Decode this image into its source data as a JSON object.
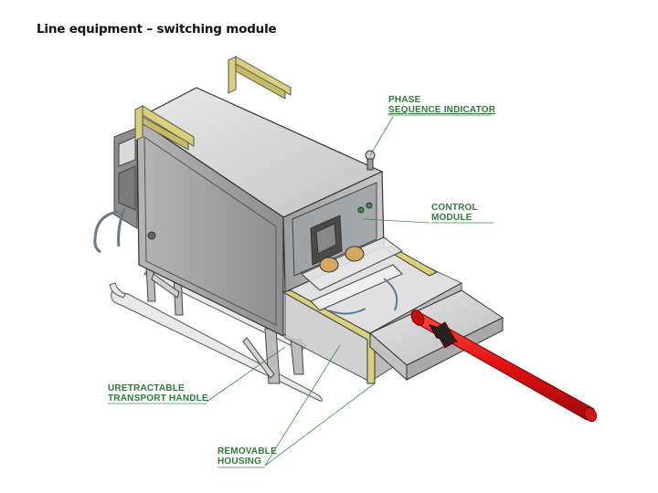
{
  "title": "Line equipment – switching module",
  "labels": {
    "phase": {
      "line1": "PHASE",
      "line2": "SEQUENCE INDICATOR"
    },
    "control": {
      "line1": "CONTROL",
      "line2": "MODULE"
    },
    "handle": {
      "line1": "URETRACTABLE",
      "line2": "TRANSPORT HANDLE"
    },
    "housing": {
      "line1": "REMOVABLE",
      "line2": "HOUSING"
    }
  },
  "colors": {
    "label_text": "#2e7a3a",
    "leader_line": "#3a8a4a",
    "handle_yellow": "#d8d07a",
    "pipe_red": "#e01010",
    "enclosure_gray": "#9a9a9a"
  }
}
